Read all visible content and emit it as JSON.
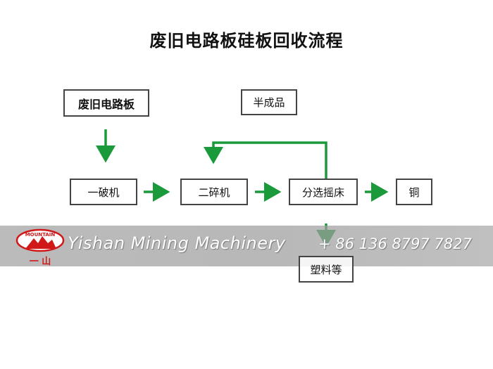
{
  "title": "废旧电路板硅板回收流程",
  "nodes": {
    "source": "废旧电路板",
    "semi": "半成品",
    "crusher1": "一破机",
    "crusher2": "二碎机",
    "shaker": "分选摇床",
    "copper": "铜",
    "plastic": "塑料等"
  },
  "watermark": {
    "logo_text": "MOUNTAIN",
    "logo_chars": "一 山",
    "company": "Yishan Mining Machinery",
    "phone": "+ 86 136 8797 7827"
  },
  "colors": {
    "arrow": "#1a9a3a",
    "border": "#444444",
    "logo": "#d01818"
  }
}
